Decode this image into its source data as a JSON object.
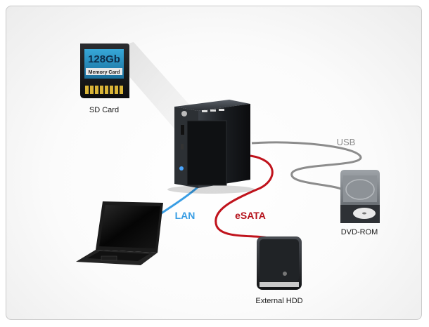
{
  "sd_card": {
    "caption": "SD Card",
    "capacity": "128Gb",
    "card_text": "Memory Card"
  },
  "connections": {
    "lan": "LAN",
    "esata": "eSATA",
    "usb": "USB"
  },
  "devices": {
    "dvd": "DVD-ROM",
    "hdd": "External HDD"
  },
  "colors": {
    "lan": "#3a9ee4",
    "esata": "#c0131c",
    "usb": "#8c8c8c",
    "esata_text": "#b5121b",
    "lan_text": "#3a9ee4",
    "usb_text": "#8a8a8a"
  }
}
